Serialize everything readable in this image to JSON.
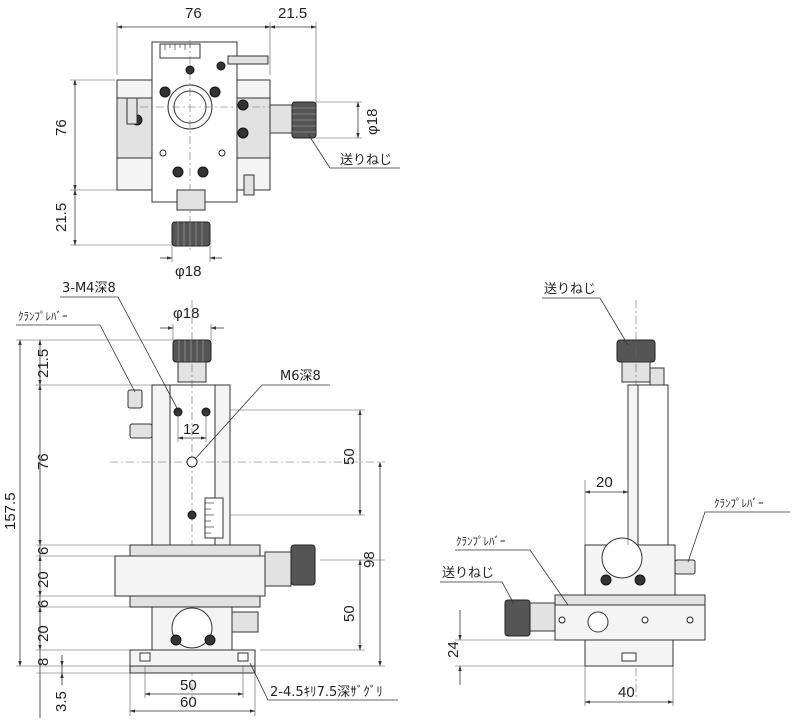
{
  "top_view": {
    "dim_width": "76",
    "dim_knob_offset_x": "21.5",
    "dim_height": "76",
    "dim_knob_offset_y": "21.5",
    "dim_knob_dia_right": "φ18",
    "dim_knob_dia_bottom": "φ18",
    "label_feed_screw": "送りねじ"
  },
  "front_view": {
    "label_tapped_holes": "3-M4深8",
    "label_clamp_lever": "ｸﾗﾝﾌﾟﾚﾊﾞｰ",
    "dim_knob_dia": "φ18",
    "label_center_hole": "M6深8",
    "dim_hole_pitch": "12",
    "dim_21_5": "21.5",
    "dim_76": "76",
    "dim_157_5": "157.5",
    "dim_6a": "6",
    "dim_20a": "20",
    "dim_6b": "6",
    "dim_20b": "20",
    "dim_8": "8",
    "dim_3_5": "3.5",
    "dim_50_right": "50",
    "dim_98": "98",
    "dim_50_lower": "50",
    "dim_base_50": "50",
    "dim_base_60": "60",
    "label_counterbore": "2-4.5ｷﾘ7.5深ｻﾞｸﾞﾘ"
  },
  "side_view": {
    "label_feed_screw": "送りねじ",
    "label_clamp_lever_right": "ｸﾗﾝﾌﾟﾚﾊﾞｰ",
    "label_clamp_lever_left": "ｸﾗﾝﾌﾟﾚﾊﾞｰ",
    "label_feed_screw_left": "送りねじ",
    "dim_20": "20",
    "dim_24": "24",
    "dim_40": "40"
  }
}
